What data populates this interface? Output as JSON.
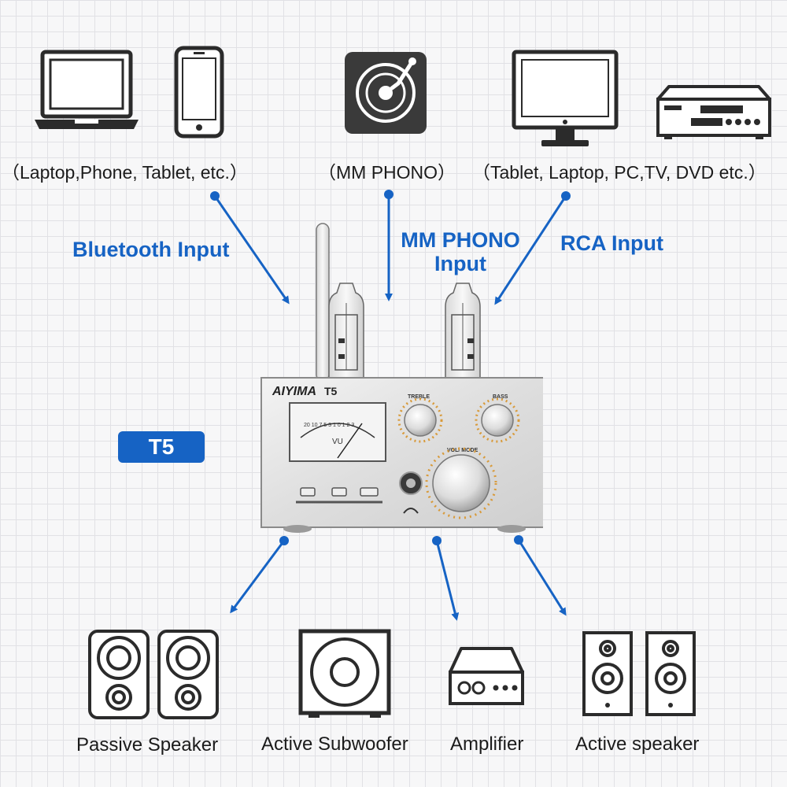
{
  "sources": {
    "bluetooth_devices": "（Laptop,Phone, Tablet, etc.）",
    "phono_device": "（MM PHONO）",
    "rca_devices": "（Tablet, Laptop, PC,TV, DVD etc.）"
  },
  "inputs": {
    "bluetooth": "Bluetooth Input",
    "phono_line1": "MM PHONO",
    "phono_line2": "Input",
    "rca": "RCA Input"
  },
  "model_badge": "T5",
  "device": {
    "brand": "AIYIMA",
    "model": "T5",
    "treble_label": "TREBLE",
    "bass_label": "BASS",
    "volume_label": "VOL/ MODE",
    "vu_label": "VU",
    "vu_scale": "20 10 7 5 3 1 0 1 2 3"
  },
  "outputs": {
    "passive_speaker": "Passive Speaker",
    "active_subwoofer": "Active Subwoofer",
    "amplifier": "Amplifier",
    "active_speaker": "Active speaker"
  },
  "colors": {
    "accent": "#1663c4",
    "icon_stroke": "#2b2b2b",
    "background": "#f7f7f8"
  }
}
